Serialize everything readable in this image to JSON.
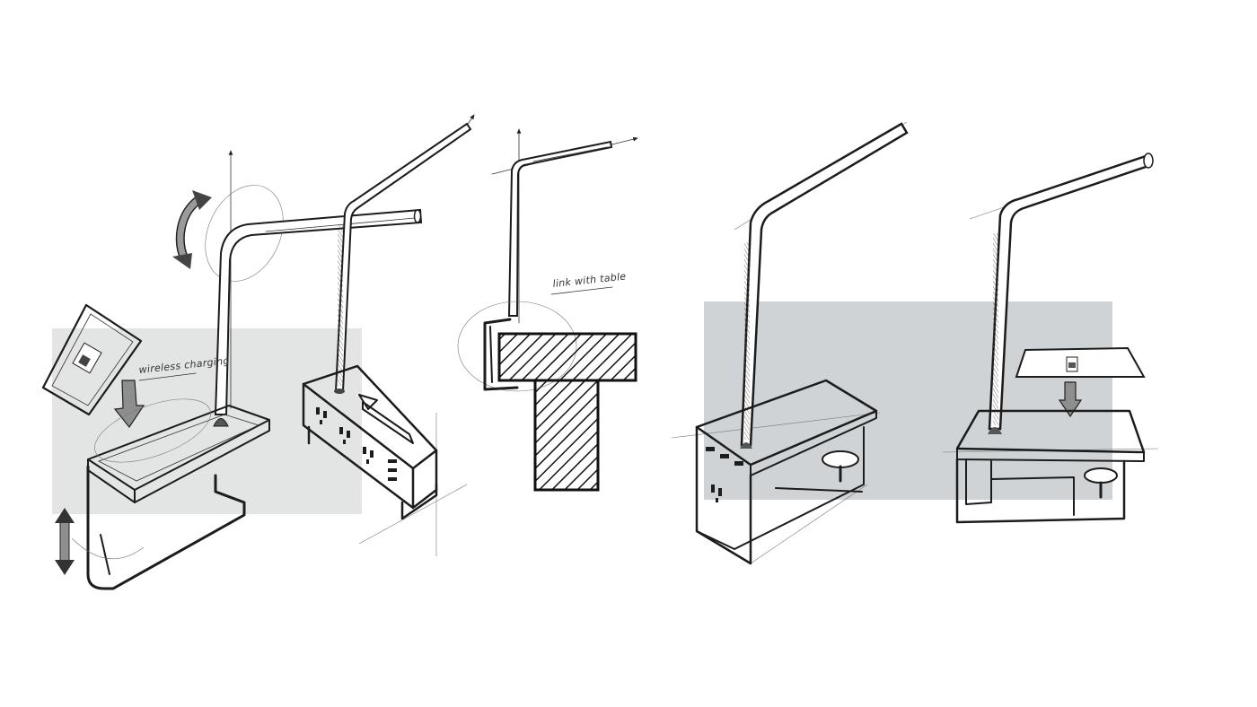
{
  "annotations": {
    "wireless_charging": "wireless charging",
    "link_with_table": "link with table"
  },
  "colors": {
    "ink": "#1c1c1c",
    "backdrop_left": "#e3e4e4",
    "backdrop_right": "#cfd3d5",
    "shade": "#9a9a9a"
  },
  "sketches": [
    {
      "id": "lamp-base-wireless-charging",
      "icons": [
        "phone-icon",
        "rotate-arrow-icon",
        "down-arrow-icon",
        "updown-arrow-icon"
      ]
    },
    {
      "id": "lamp-power-strip",
      "icons": [
        "socket-icon"
      ]
    },
    {
      "id": "lamp-table-clamp",
      "icons": [
        "hatched-section"
      ]
    },
    {
      "id": "lamp-desk-unit-with-stool",
      "icons": [
        "socket-icon"
      ]
    },
    {
      "id": "lamp-desk-unit-charging-pad",
      "icons": [
        "charging-pad-icon",
        "down-arrow-icon"
      ]
    }
  ]
}
